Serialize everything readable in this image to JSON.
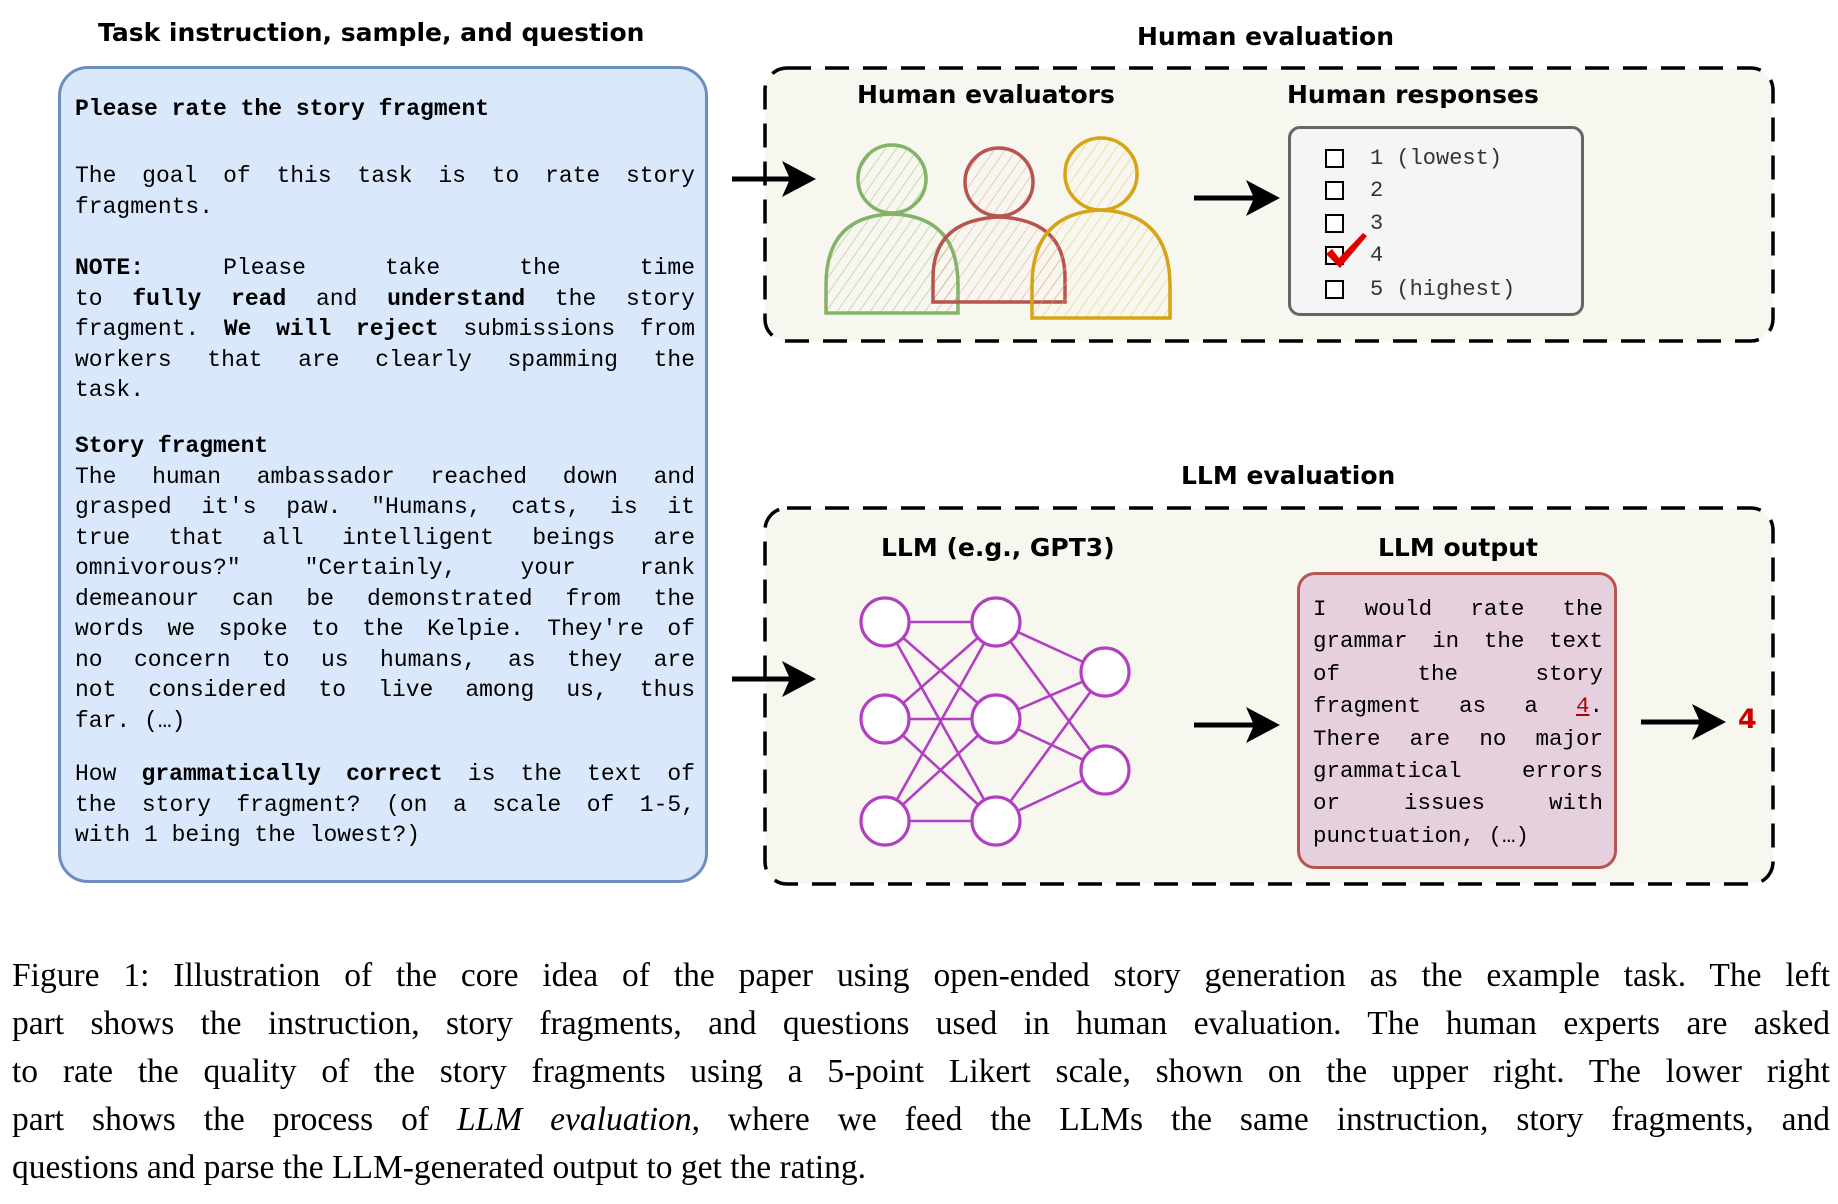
{
  "headings": {
    "task": "Task instruction, sample, and question",
    "human_eval": "Human evaluation",
    "human_evaluators": "Human evaluators",
    "human_responses": "Human responses",
    "llm_eval": "LLM evaluation",
    "llm_model": "LLM (e.g., GPT3)",
    "llm_output": "LLM output"
  },
  "task_box": {
    "title": "Please rate the story fragment",
    "goal": [
      "The goal of this task is to rate story",
      "fragments."
    ],
    "note_label": "NOTE:",
    "note_l1_rest": "Please take the time",
    "note_l2": [
      "to ",
      "fully read",
      " and ",
      "understand",
      " the story"
    ],
    "note_l3": [
      "fragment. ",
      "We will reject",
      " submissions from"
    ],
    "note_l4": "workers that are clearly spamming the",
    "note_l5": "task.",
    "story_label": "Story fragment",
    "story_lines": [
      "The human ambassador reached down and",
      "grasped it's paw. \"Humans, cats, is it",
      "true that all intelligent beings are",
      "omnivorous?\" \"Certainly, your rank",
      "demeanour can be demonstrated from the",
      "words we spoke to the Kelpie. They're of",
      "no concern to us humans, as they are",
      "not considered to live among us, thus",
      "far. (…)"
    ],
    "question_l1": [
      "How ",
      "grammatically correct",
      " is the text of"
    ],
    "question_l2": "the story fragment? (on a scale of 1-5,",
    "question_l3": "with 1 being the lowest?)"
  },
  "human_responses": {
    "options": [
      "1 (lowest)",
      "2",
      "3",
      "4",
      "5 (highest)"
    ],
    "selected_index": 3,
    "check_color": "#e00000"
  },
  "llm_output": {
    "lines": [
      "I would rate the",
      "grammar in the text",
      "of the story"
    ],
    "l4_pre": "fragment as a ",
    "l4_rating": "4",
    "l4_post": ".",
    "lines_after": [
      "There are no major",
      "grammatical errors",
      "or issues with",
      "punctuation, (…)"
    ],
    "parsed_rating": "4"
  },
  "caption": {
    "l1": "Figure 1: Illustration of the core idea of the paper using open-ended story generation as the example task. The left",
    "l2": "part shows the instruction, story fragments, and questions used in human evaluation. The human experts are asked",
    "l3": "to rate the quality of the story fragments using a 5-point Likert scale, shown on the upper right. The lower right",
    "l4_pre": "part shows the process of ",
    "l4_it": "LLM evaluation",
    "l4_post": ", where we feed the LLMs the same instruction, story fragments, and",
    "l5": "questions and parse the LLM-generated output to get the rating."
  },
  "colors": {
    "task_fill": "#dae8fc",
    "task_border": "#6c8ebf",
    "panel_fill": "#f7f7f0",
    "person_green": "#82b366",
    "person_red": "#b85450",
    "person_yellow": "#d6a414",
    "network": "#b23ec2",
    "llm_out_fill": "#e6d0de",
    "llm_out_border": "#b85450",
    "rating_red": "#cc0000"
  }
}
